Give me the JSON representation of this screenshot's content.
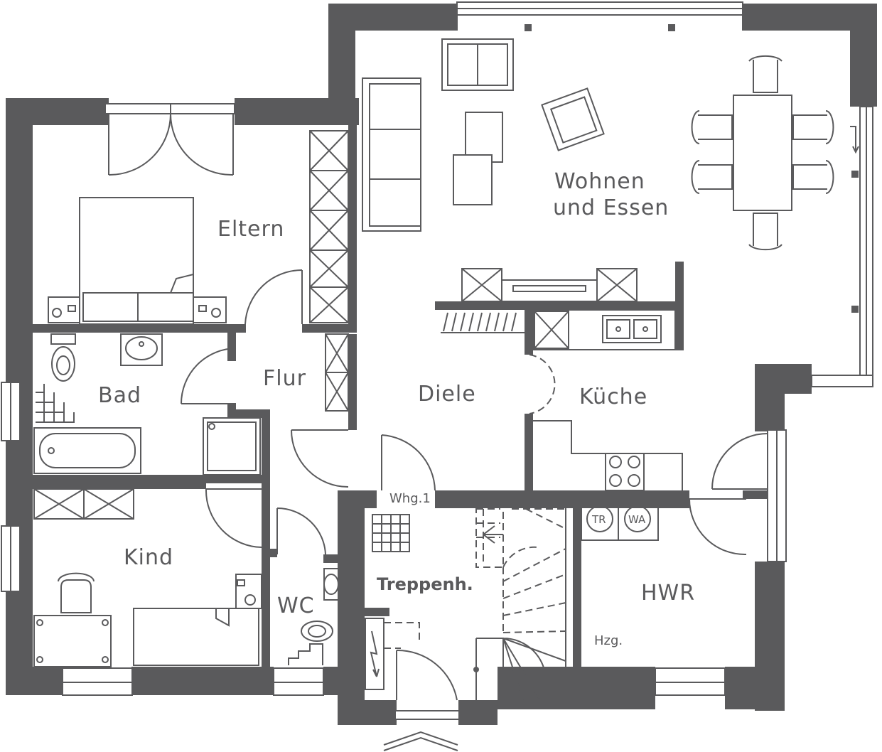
{
  "rooms": {
    "wohnen_line1": "Wohnen",
    "wohnen_line2": "und  Essen",
    "eltern": "Eltern",
    "flur": "Flur",
    "bad": "Bad",
    "diele": "Diele",
    "kueche": "Küche",
    "kind": "Kind",
    "wc": "WC",
    "treppenhaus": "Treppenh.",
    "hwr": "HWR"
  },
  "annotations": {
    "whg": "Whg.1",
    "hzg": "Hzg.",
    "dryer": "TR",
    "washer": "WA"
  },
  "icons": {
    "entrance": "entrance-arrow-icon",
    "electric": "lightning-icon"
  }
}
